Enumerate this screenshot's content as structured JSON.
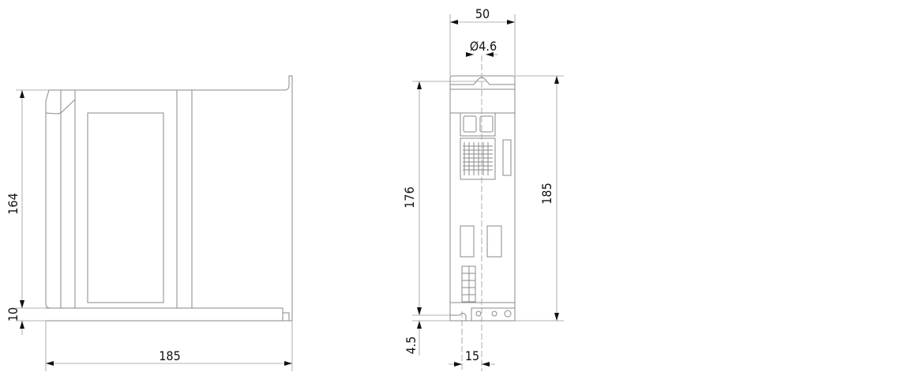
{
  "side_view": {
    "height_dim": "164",
    "base_dim": "10",
    "depth_dim": "185"
  },
  "front_view": {
    "width_dim": "50",
    "hole_dim": "Ø4.6",
    "mount_height_dim": "176",
    "total_height_dim": "185",
    "bottom_offset_dim": "4.5",
    "slot_offset_dim": "15"
  }
}
